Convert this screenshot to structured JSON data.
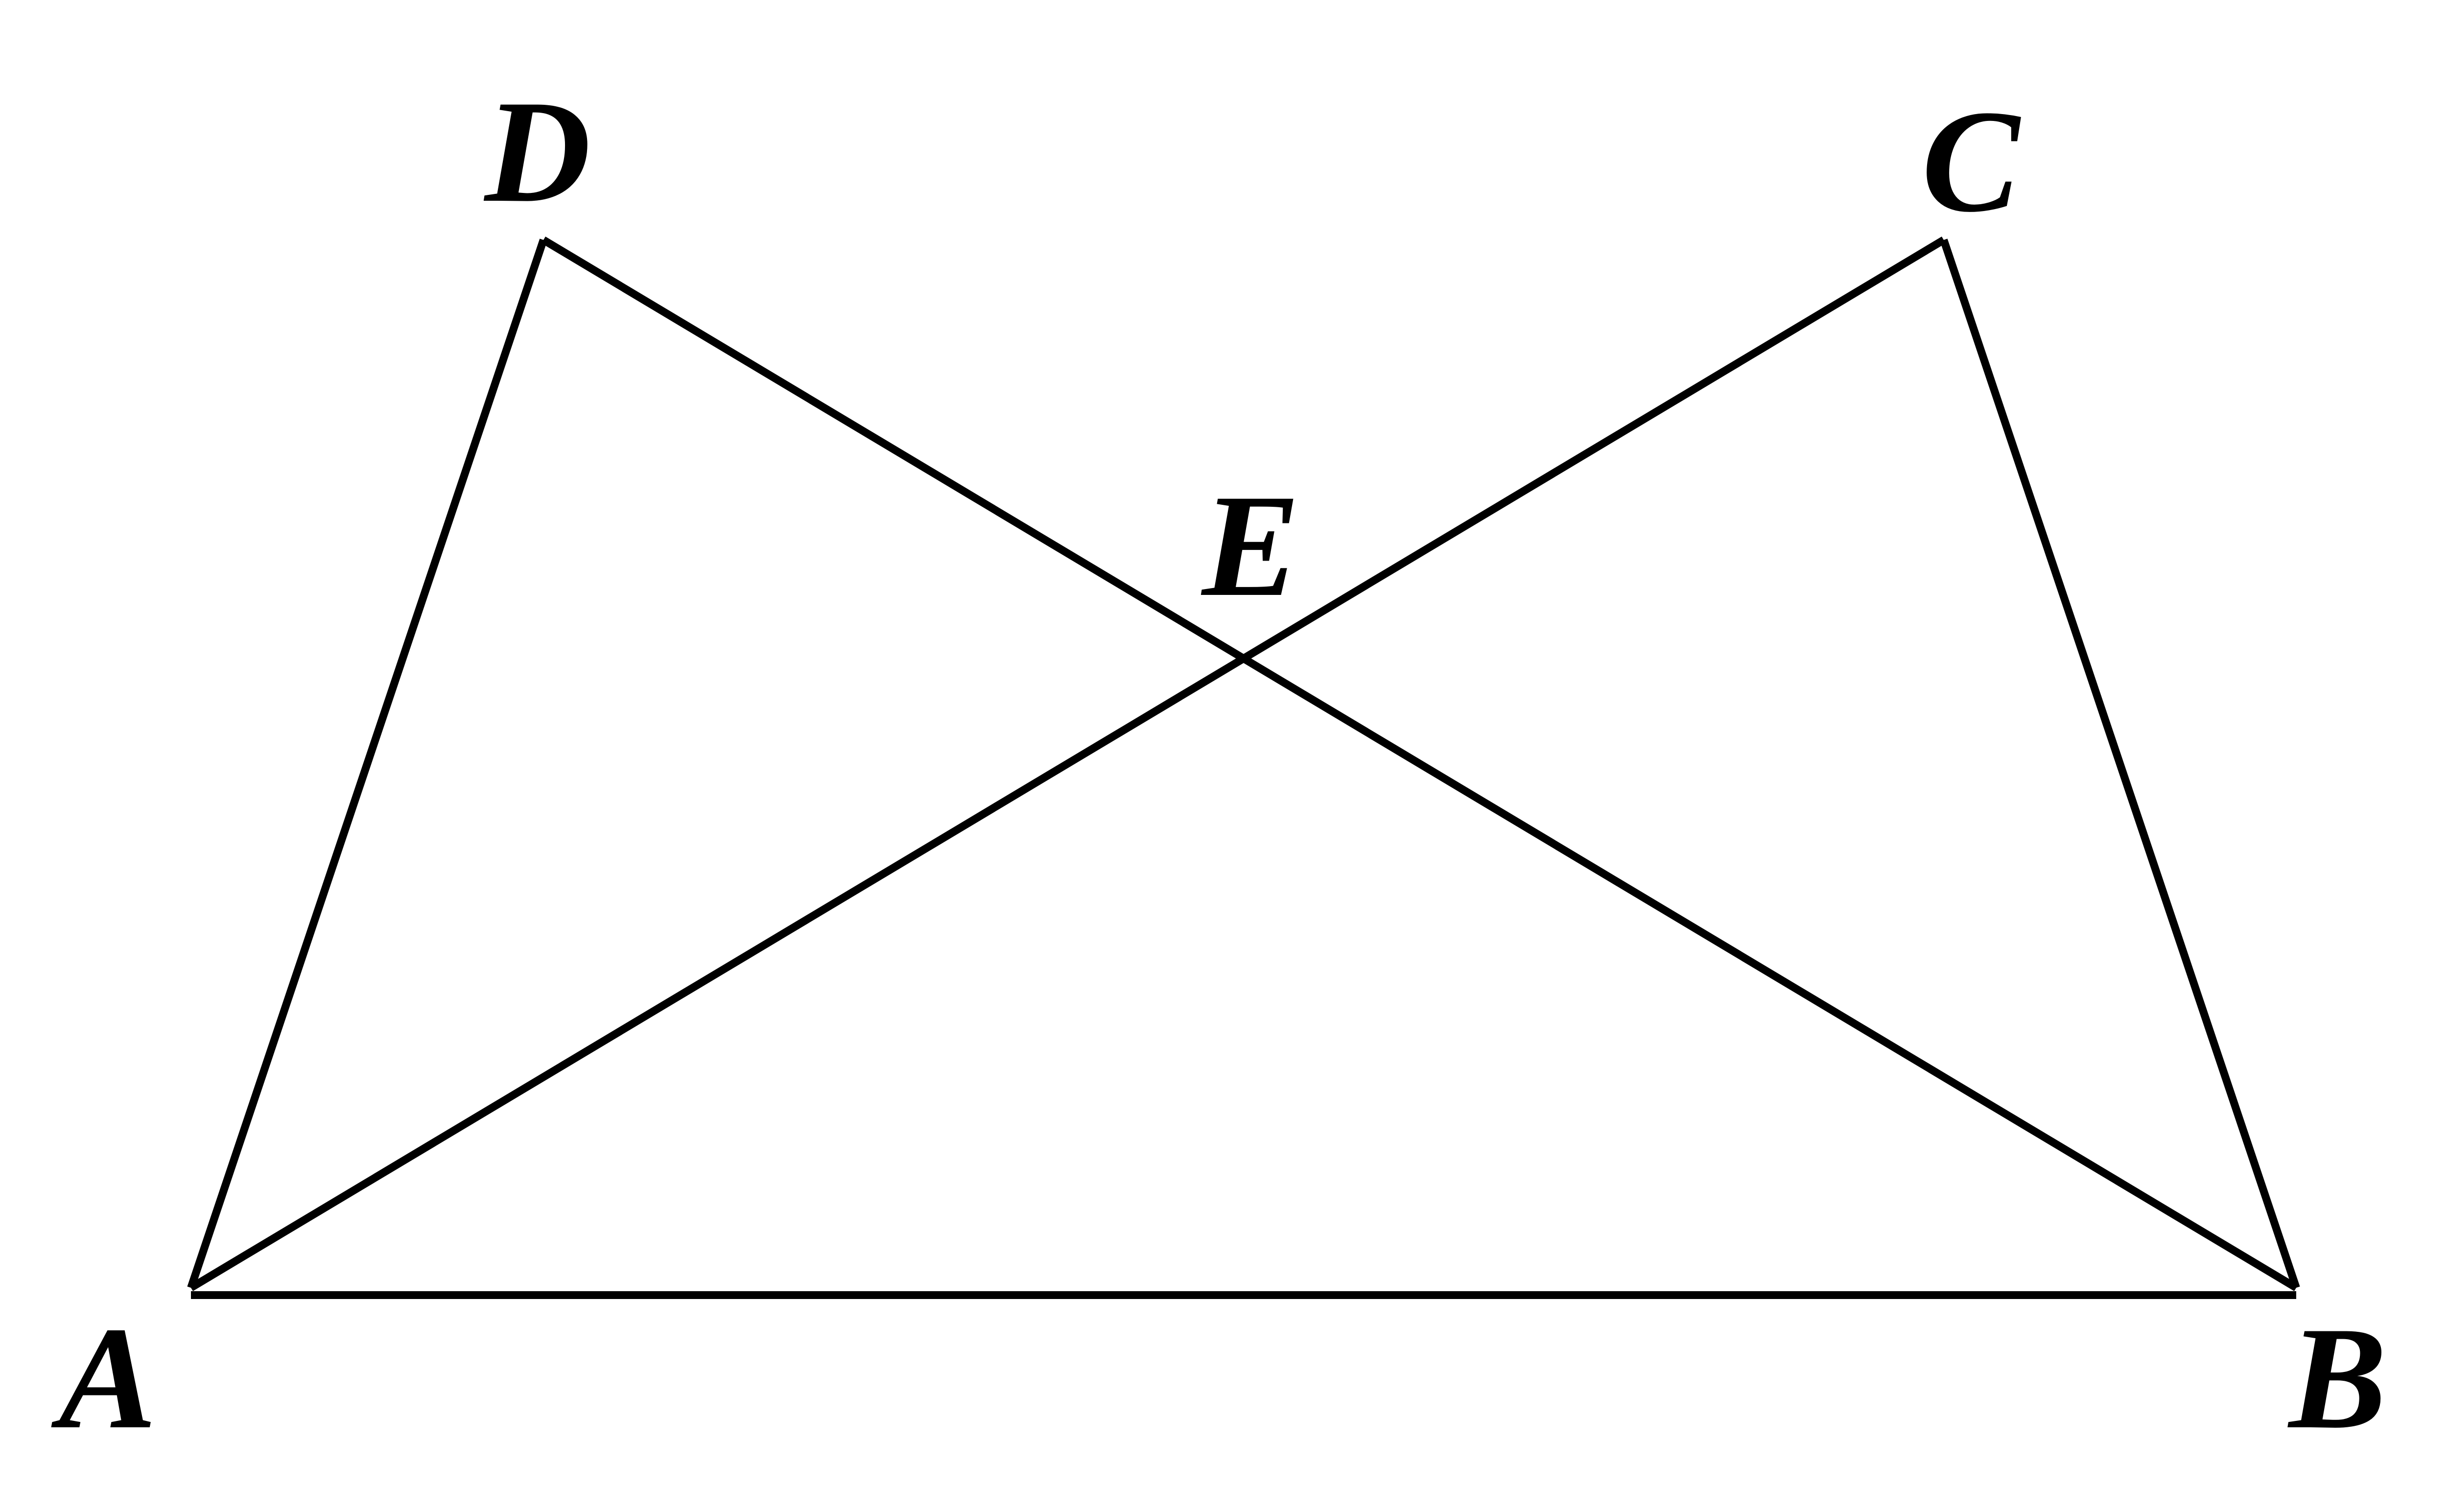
{
  "figure": {
    "points": {
      "A": "A",
      "B": "B",
      "C": "C",
      "D": "D",
      "E": "E"
    },
    "segments": [
      "AD",
      "DB",
      "AC",
      "CB",
      "AB"
    ],
    "colors": {
      "line": "#000000",
      "background": "#ffffff"
    }
  }
}
